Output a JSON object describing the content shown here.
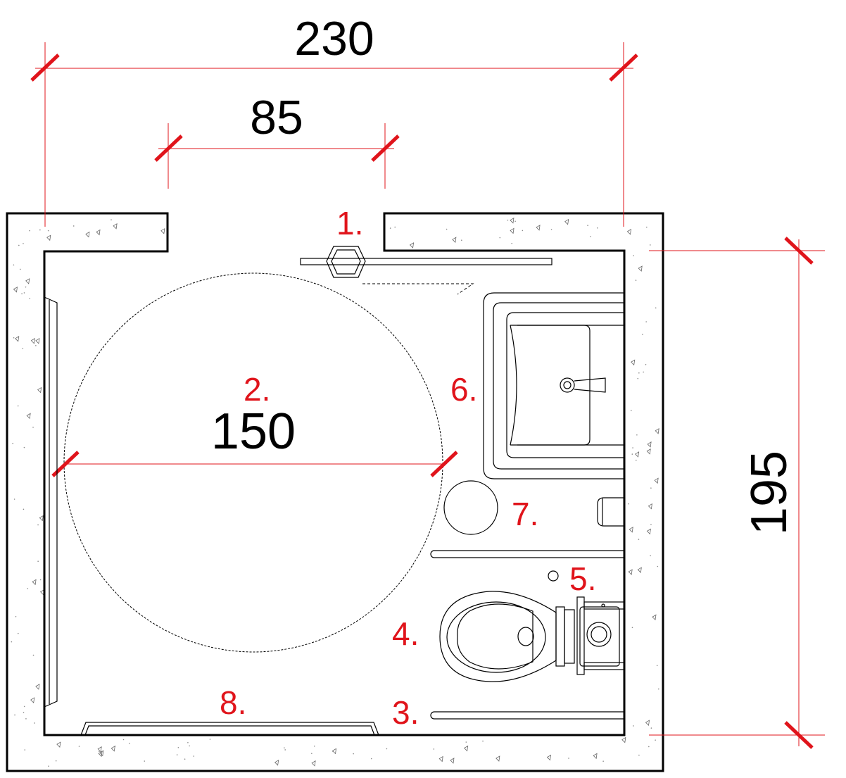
{
  "dimensions": {
    "total_width": "230",
    "door_width": "85",
    "turning_circle": "150",
    "room_depth": "195"
  },
  "markers": [
    "1.",
    "2.",
    "3.",
    "4.",
    "5.",
    "6.",
    "7.",
    "8."
  ],
  "colors": {
    "dimension_line": "#e0141b",
    "outline": "#000000"
  },
  "icons": {
    "door": "sliding-door-icon",
    "turning_space": "turning-circle-icon",
    "grab_bar": "grab-bar-icon",
    "toilet": "toilet-icon",
    "flush_button": "flush-button-icon",
    "washbasin": "washbasin-icon",
    "bin": "waste-bin-icon",
    "mirror": "mirror-icon"
  }
}
